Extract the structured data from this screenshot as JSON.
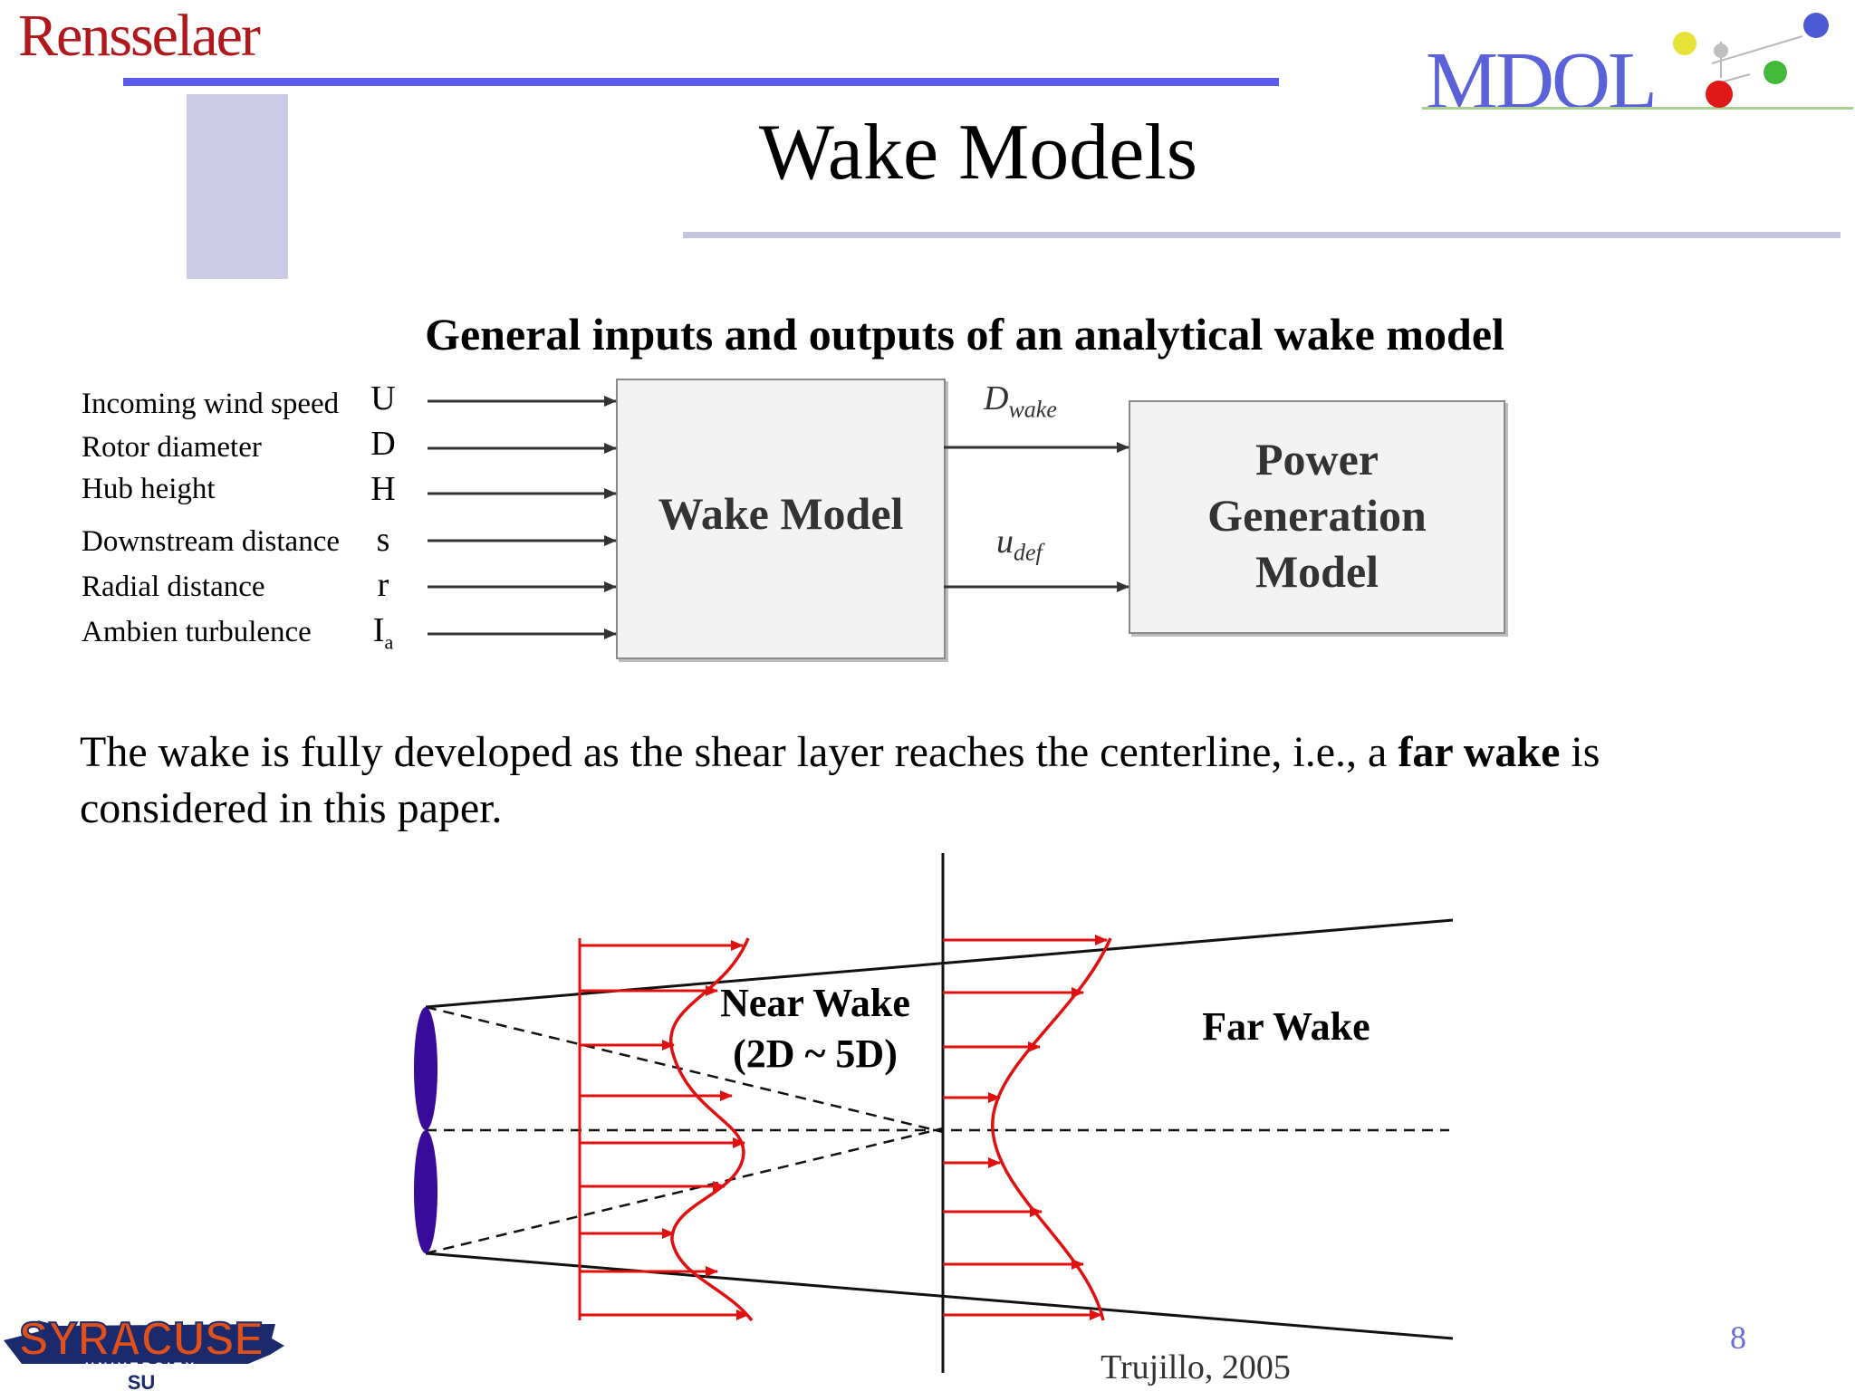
{
  "header": {
    "left_logo": "Rensselaer",
    "right_logo": "MDOL",
    "title": "Wake Models"
  },
  "block_diagram": {
    "subtitle": "General inputs and outputs of an analytical wake model",
    "inputs": [
      {
        "label": "Incoming wind speed",
        "symbol": "U"
      },
      {
        "label": "Rotor diameter",
        "symbol": "D"
      },
      {
        "label": "Hub height",
        "symbol": "H"
      },
      {
        "label": "Downstream distance",
        "symbol": "s"
      },
      {
        "label": "Radial distance",
        "symbol": "r"
      },
      {
        "label": "Ambien turbulence",
        "symbol": "I",
        "symbol_sub": "a"
      }
    ],
    "wake_model_label": "Wake Model",
    "outputs": [
      {
        "symbol": "D",
        "sub": "wake"
      },
      {
        "symbol": "u",
        "sub": "def"
      }
    ],
    "power_model_lines": [
      "Power",
      "Generation",
      "Model"
    ]
  },
  "body": {
    "before": "The wake is fully developed as the shear layer reaches the centerline, i.e., a ",
    "bold": "far wake",
    "after": " is considered in this paper."
  },
  "wake_figure": {
    "near_wake_line1": "Near Wake",
    "near_wake_line2": "(2D ~ 5D)",
    "far_wake": "Far Wake",
    "citation": "Trujillo, 2005"
  },
  "footer": {
    "page_number": "8",
    "bottom_logo_main": "SYRACUSE",
    "bottom_logo_sub": "UNIVERSITY",
    "bottom_logo_mark": "SU"
  },
  "colors": {
    "rpi_red": "#b0181c",
    "accent_blue": "#5a5aec",
    "profile_red": "#e01010",
    "rotor_purple": "#3a0a9a"
  }
}
